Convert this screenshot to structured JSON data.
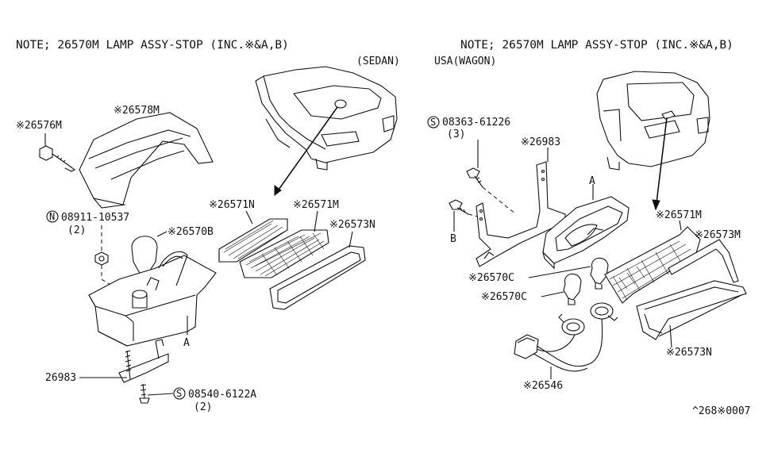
{
  "notes": {
    "left": "NOTE; 26570M LAMP ASSY-STOP (INC.※&A,B)",
    "right": "NOTE; 26570M LAMP ASSY-STOP (INC.※&A,B)"
  },
  "variants": {
    "sedan": "(SEDAN)",
    "wagon": "USA(WAGON)"
  },
  "left_parts": {
    "p26576M": "※26576M",
    "p26578M": "※26578M",
    "nut_code": "08911-10537",
    "nut_qty": "(2)",
    "p26570B": "※26570B",
    "p26571N": "※26571N",
    "p26571M": "※26571M",
    "p26573N": "※26573N",
    "ref_a": "A",
    "p26983": "26983",
    "screw_code": "08540-6122A",
    "screw_qty": "(2)"
  },
  "right_parts": {
    "screw_code": "08363-61226",
    "screw_qty": "(3)",
    "p26983": "※26983",
    "ref_a": "A",
    "ref_b": "B",
    "p26571M": "※26571M",
    "p26573M": "※26573M",
    "p26570C_1": "※26570C",
    "p26570C_2": "※26570C",
    "p26573N": "※26573N",
    "p26546": "※26546"
  },
  "symbols": {
    "n": "N",
    "s": "S"
  },
  "footer_code": "^268※0007"
}
